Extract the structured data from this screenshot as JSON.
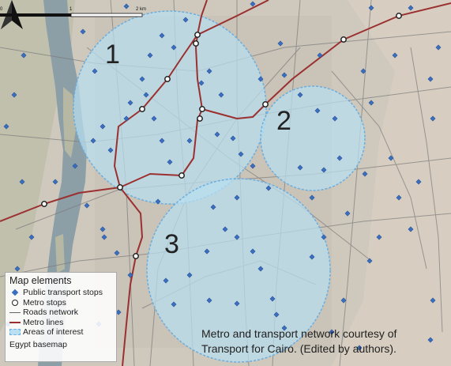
{
  "map": {
    "areas": [
      {
        "label": "1"
      },
      {
        "label": "2"
      },
      {
        "label": "3"
      }
    ],
    "colors": {
      "area_fill": "#b9dff0",
      "area_stroke": "#6aaee0",
      "metro_line": "#9b3030",
      "stop": "#3a6fc0",
      "river": "#8c9ea6",
      "basemap": "#cfc9bd"
    }
  },
  "legend": {
    "title": "Map elements",
    "items": [
      {
        "label": "Public transport stops",
        "symbol": "diamond-icon"
      },
      {
        "label": "Metro stops",
        "symbol": "circle-icon"
      },
      {
        "label": "Roads network",
        "symbol": "line-icon"
      },
      {
        "label": "Metro lines",
        "symbol": "line-icon"
      },
      {
        "label": "Areas of interest",
        "symbol": "hatched-square-icon"
      }
    ],
    "basemap": "Egypt basemap"
  },
  "attribution": {
    "line1": "Metro and transport network courtesy of",
    "line2": "Transport for Cairo. (Edited by authors)."
  },
  "scale_bar": {
    "ticks": [
      "0",
      "1",
      "2 km"
    ]
  }
}
